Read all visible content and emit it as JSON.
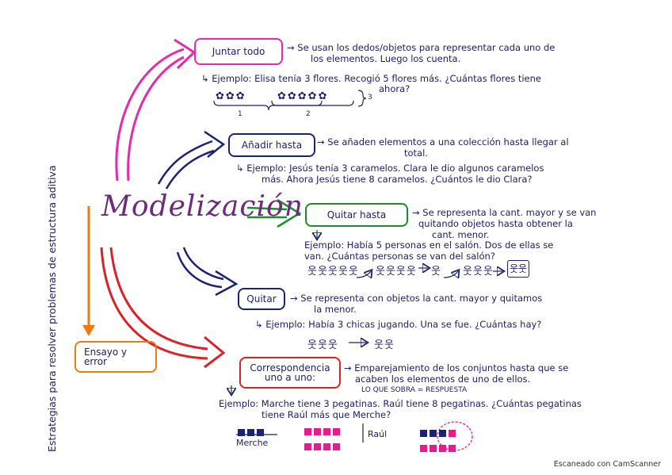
{
  "side_title": "Estrategias para resolver problemas de estructura aditiva",
  "central": "Modelización",
  "juntar": {
    "label": "Juntar todo",
    "desc1": "→ Se usan los dedos/objetos para representar cada uno de",
    "desc2": "los elementos. Luego los cuenta.",
    "ej1": "↳ Ejemplo: Elisa tenía 3 flores. Recogió 5 flores más. ¿Cuántas flores tiene",
    "ej2": "ahora?",
    "group1": "1",
    "group2": "2",
    "group3": "3"
  },
  "anadir": {
    "label": "Añadir hasta",
    "desc1": "→ Se añaden elementos a una colección hasta llegar al",
    "desc2": "total.",
    "ej1": "↳ Ejemplo: Jesús tenía 3 caramelos. Clara le dio algunos caramelos",
    "ej2": "más. Ahora Jesús tiene 8 caramelos. ¿Cuántos le dio Clara?"
  },
  "quitar_hasta": {
    "label": "Quitar hasta",
    "desc1": "→ Se representa la cant. mayor y se van",
    "desc2": "quitando objetos hasta obtener la",
    "desc3": "cant. menor.",
    "ej1": "Ejemplo: Había 5 personas en el salón. Dos de ellas se",
    "ej2": "van. ¿Cuántas personas se van del salón?"
  },
  "quitar": {
    "label": "Quitar",
    "desc1": "→ Se representa con objetos la cant. mayor y quitamos",
    "desc2": "la menor.",
    "ej1": "↳ Ejemplo: Había 3 chicas jugando. Una se fue. ¿Cuántas hay?"
  },
  "correspondencia": {
    "label1": "Correspondencia",
    "label2": "uno a uno:",
    "desc1": "→ Emparejamiento de los conjuntos hasta que se",
    "desc2": "acaben los elementos de uno de ellos.",
    "desc3": "LO QUE SOBRA = RESPUESTA",
    "ej1": "Ejemplo: Marche tiene 3 pegatinas. Raúl tiene 8 pegatinas. ¿Cuántas pegatinas",
    "ej2": "tiene Raúl más que Merche?",
    "merche": "Merche",
    "raul": "Raúl"
  },
  "ensayo": {
    "label1": "Ensayo y",
    "label2": "error"
  },
  "watermark": "Escaneado con CamScanner",
  "colors": {
    "magenta": "#e62aa8",
    "navy": "#1a2470",
    "green": "#1f8a2e",
    "red": "#d8232a",
    "orange": "#ee7a12",
    "purple": "#6a2d7a"
  }
}
